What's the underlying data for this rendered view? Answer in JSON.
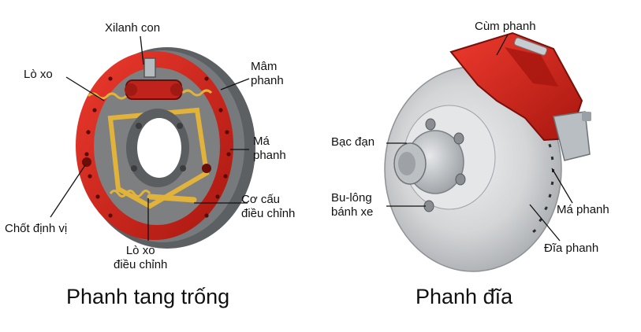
{
  "drum": {
    "caption": "Phanh tang trống",
    "labels": {
      "xilanh_con": "Xilanh con",
      "lo_xo": "Lò xo",
      "mam_phanh_1": "Mâm",
      "mam_phanh_2": "phanh",
      "ma_phanh_1": "Má",
      "ma_phanh_2": "phanh",
      "co_cau_1": "Cơ cấu",
      "co_cau_2": "điều chỉnh",
      "chot_dinh_vi": "Chốt định vị",
      "lo_xo_dc_1": "Lò xo",
      "lo_xo_dc_2": "điều chỉnh"
    }
  },
  "disc": {
    "caption": "Phanh đĩa",
    "labels": {
      "cum_phanh": "Cùm phanh",
      "bac_dan": "Bạc đạn",
      "bu_long_1": "Bu-lông",
      "bu_long_2": "bánh xe",
      "ma_phanh": "Má phanh",
      "dia_phanh": "Đĩa phanh"
    }
  },
  "colors": {
    "brake_red": "#d3231e",
    "dark_red": "#8f1410",
    "drum_gray": "#6a6d70",
    "disc_silver": "#d4d6d8",
    "hub_gray": "#bfc3c6",
    "spring_yellow": "#e2b33a"
  }
}
